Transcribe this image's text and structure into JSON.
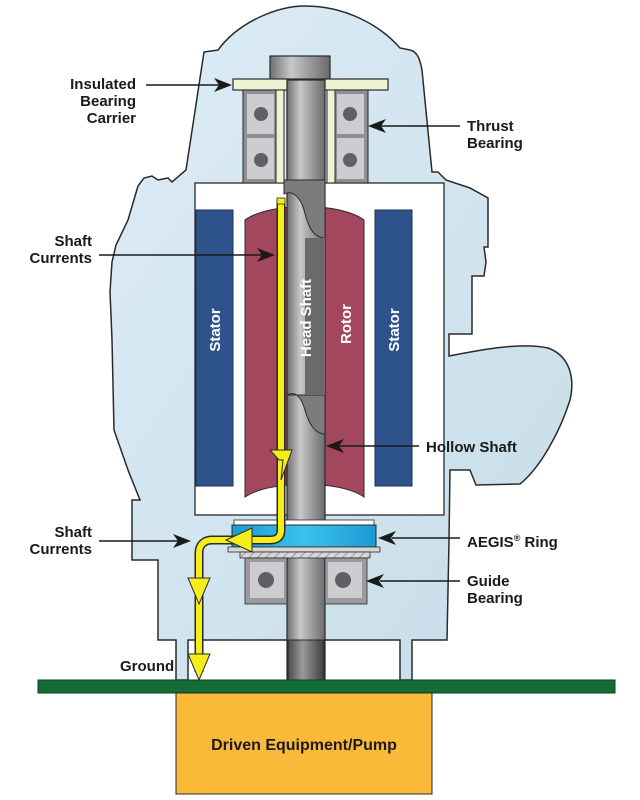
{
  "title": "Vertical motor shaft current path with AEGIS Ring",
  "colors": {
    "housing": "#d3e6f2",
    "housing_stroke": "#2a2a2a",
    "stator": "#2e528c",
    "rotor": "#a3475e",
    "shaft": "#9a9a9c",
    "bearing": "#c9cacc",
    "bearing_ball": "#5f6064",
    "insulated_carrier": "#eef3d4",
    "aegis_ring": "#2eaee0",
    "current_path": "#f5ee1a",
    "ground_plate": "#136b35",
    "pump": "#fbb93a"
  },
  "labels": {
    "insulated_bearing_carrier": [
      "Insulated",
      "Bearing",
      "Carrier"
    ],
    "thrust_bearing": [
      "Thrust",
      "Bearing"
    ],
    "shaft_currents_top": [
      "Shaft",
      "Currents"
    ],
    "shaft_currents_bottom": [
      "Shaft",
      "Currents"
    ],
    "hollow_shaft": "Hollow Shaft",
    "aegis_ring": "AEGIS",
    "aegis_ring_reg": "®",
    "aegis_ring_suffix": " Ring",
    "guide_bearing": [
      "Guide",
      "Bearing"
    ],
    "ground": "Ground",
    "stator_left": "Stator",
    "stator_right": "Stator",
    "head_shaft": "Head Shaft",
    "rotor": "Rotor",
    "pump": "Driven Equipment/Pump"
  }
}
